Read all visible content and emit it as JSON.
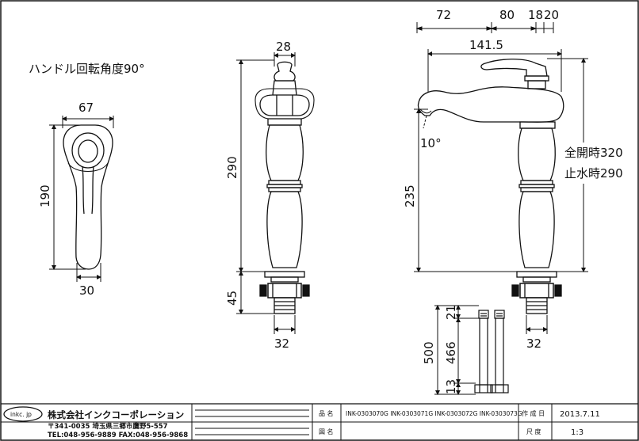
{
  "note_handle": "ハンドル回転角度90°",
  "handle_view": {
    "width": "67",
    "height": "190",
    "base": "30"
  },
  "front_view": {
    "top": "28",
    "height": "290",
    "base_height": "45",
    "base": "32"
  },
  "side_view": {
    "dim_72": "72",
    "dim_80": "80",
    "dim_18": "18",
    "dim_20": "20",
    "reach": "141.5",
    "angle": "10°",
    "height": "235",
    "base": "32",
    "full_open": "全開時320",
    "stop": "止水時290"
  },
  "hose_view": {
    "total": "500",
    "top": "21",
    "middle": "466",
    "bottom": "13"
  },
  "title_block": {
    "logo": "inkc. jp",
    "company": "株式会社インクコーポレーション",
    "address": "〒341-0035 埼玉県三郷市鷹野5-557",
    "contact": "TEL:048-956-9889  FAX:048-956-9868",
    "product_label": "品 名",
    "product_codes": "INK-0303070G  INK-0303071G  INK-0303072G  INK-0303073G",
    "drawing_label": "図 名",
    "drawing_value": "",
    "created_label": "作 成 日",
    "created_date": "2013.7.11",
    "scale_label": "尺 度",
    "scale_value": "1:3"
  }
}
